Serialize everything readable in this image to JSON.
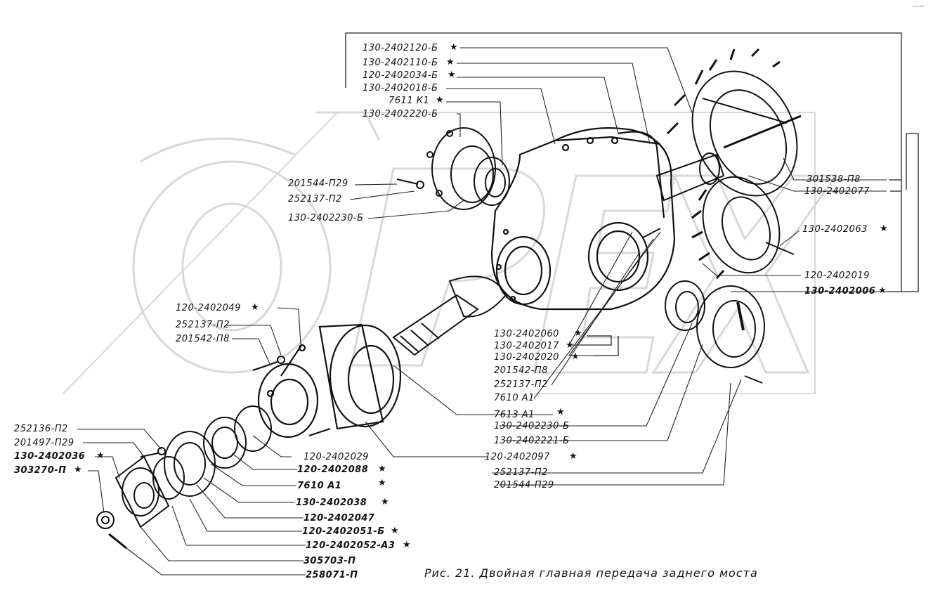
{
  "corner_mark": "ᵃᵐ ˢᵉˢ",
  "caption": "Рис. 21. Двойная главная передача заднего моста",
  "star": "★",
  "watermark": "OPEX",
  "labels": {
    "l1": "130-2402120-Б",
    "l2": "130-2402110-Б",
    "l3": "120-2402034-Б",
    "l4": "130-2402018-Б",
    "l5": "7611 К1",
    "l6": "130-2402220-Б",
    "l7": "201544-П29",
    "l8": "252137-П2",
    "l9": "130-2402230-Б",
    "l10": "301538-П8",
    "l11": "130-2402077",
    "l12": "130-2402063",
    "l13": "120-2402019",
    "l14": "130-2402006",
    "l15": "120-2402049",
    "l16": "252137-П2",
    "l17": "201542-П8",
    "l18": "130-2402060",
    "l19": "130-2402017",
    "l20": "130-2402020",
    "l21": "201542-П8",
    "l22": "252137-П2",
    "l23": "7610 А1",
    "l24": "7613 А1",
    "l25": "130-2402230-Б",
    "l26": "130-2402221-Б",
    "l27": "120-2402097",
    "l28": "252137-П2",
    "l29": "201544-П29",
    "l30": "252136-П2",
    "l31": "201497-П29",
    "l32": "130-2402036",
    "l33": "303270-П",
    "l34": "120-2402029",
    "l35": "120-2402088",
    "l36": "7610 А1",
    "l37": "130-2402038",
    "l38": "120-2402047",
    "l39": "120-2402051-Б",
    "l40": "120-2402052-А3",
    "l41": "305703-П",
    "l42": "258071-П"
  }
}
